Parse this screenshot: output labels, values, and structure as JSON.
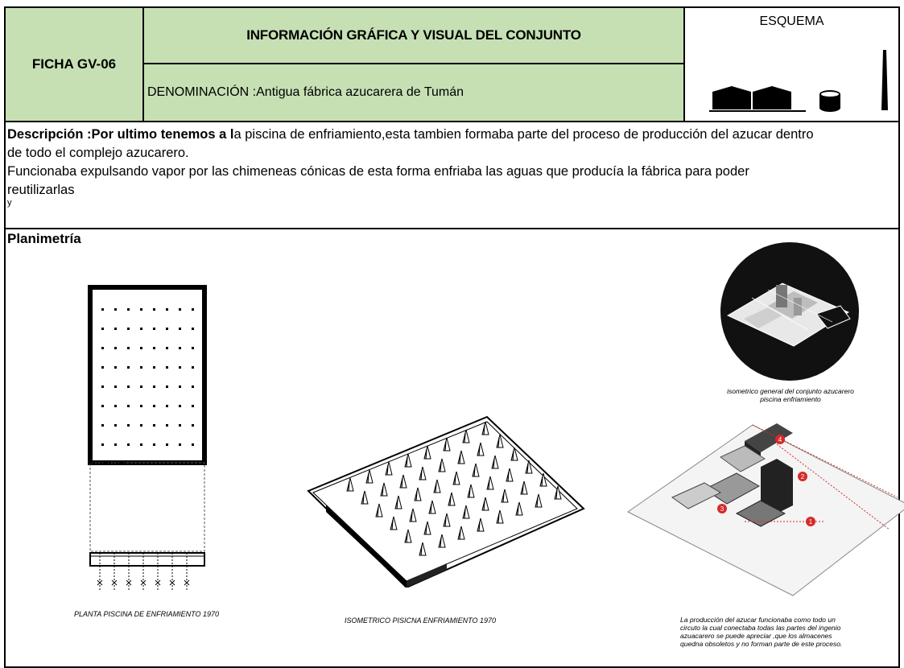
{
  "header": {
    "ficha": "FICHA GV-06",
    "title": "INFORMACIÓN GRÁFICA Y VISUAL DEL CONJUNTO",
    "denominacion": "DENOMINACIÓN :Antigua fábrica  azucarera  de Tumán",
    "esquema_label": "ESQUEMA"
  },
  "description": {
    "bold_lead": "Descripción :Por ultimo tenemos a l",
    "line1_rest": "a piscina de enfriamiento,esta tambien formaba parte del proceso de producción del azucar dentro",
    "line2": "de todo el complejo azucarero.",
    "line3": "Funcionaba expulsando vapor por las chimeneas cónicas de esta forma enfriaba las aguas que producía  la fábrica para  poder",
    "line4": "reutilizarlas",
    "line5": "y"
  },
  "planimetria": {
    "heading": "Planimetría",
    "caption_plan": "PLANTA PISCINA DE ENFRIAMIENTO 1970",
    "caption_iso": "ISOMETRICO PISICNA ENFRIAMIENTO 1970",
    "caption_general_1": "isometrico general del conjunto azucarero",
    "caption_general_2": "piscina enfriamiento",
    "caption_process_1": "La producción del azucar funcionaba como todo un",
    "caption_process_2": "circuto la cual conectaba todas las partes del ingenio",
    "caption_process_3": "azuacarero se puede apreciar ,que los almacenes",
    "caption_process_4": "quedna obsoletos y no forman parte de este proceso.",
    "markers": [
      "1",
      "2",
      "3",
      "4"
    ]
  },
  "colors": {
    "header_green": "#c6e0b4",
    "marker_red": "#d62a2a"
  }
}
